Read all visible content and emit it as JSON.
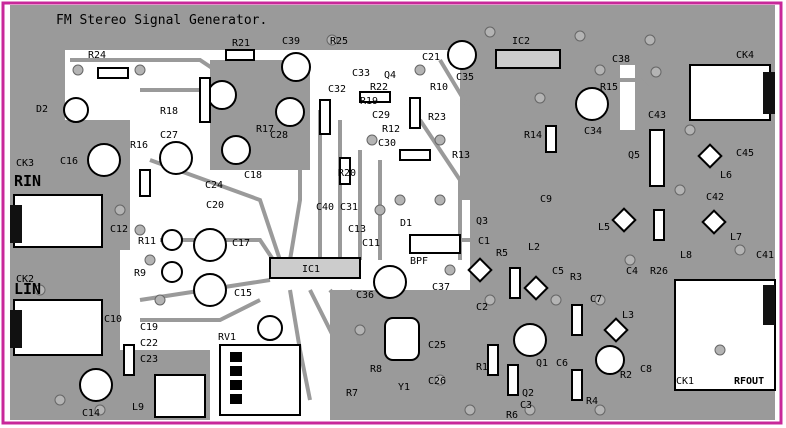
{
  "board": {
    "title": "FM Stereo Signal Generator.",
    "colors": {
      "frame": "#c8289a",
      "substrate": "#ffffff",
      "copper": "#9a9a9a",
      "pad": "#b4b4b4",
      "hole": "#ffffff",
      "silk": "#000000",
      "jack": "#111111"
    }
  },
  "connectors": {
    "rin": "RIN",
    "lin": "LIN",
    "rfout": "RFOUT"
  },
  "labels": [
    "R24",
    "R21",
    "C39",
    "R25",
    "C21",
    "IC2",
    "C38",
    "CK4",
    "D2",
    "R18",
    "C33",
    "R22",
    "C35",
    "C32",
    "R19",
    "C34",
    "C43",
    "R17",
    "C28",
    "C29",
    "R23",
    "R12",
    "C30",
    "R13",
    "R14",
    "C31",
    "C16",
    "C27",
    "R16",
    "C18",
    "R20",
    "C40",
    "Q5",
    "C45",
    "L6",
    "CK3",
    "C24",
    "C42",
    "C12",
    "C20",
    "C13",
    "R11",
    "C17",
    "C11",
    "BPF",
    "C1",
    "L2",
    "L8",
    "C4",
    "R26",
    "C41",
    "L5",
    "L7",
    "CK2",
    "R9",
    "C15",
    "IC1",
    "C36",
    "C37",
    "C2",
    "C5",
    "R3",
    "C7",
    "L3",
    "C10",
    "C19",
    "C22",
    "C23",
    "RV1",
    "C25",
    "R1",
    "Q1",
    "C6",
    "R2",
    "C8",
    "C14",
    "L9",
    "R8",
    "Y1",
    "C26",
    "R6",
    "C3",
    "R4",
    "CK1",
    "C9",
    "R10",
    "D1",
    "R15",
    "R7",
    "Q2",
    "Q3",
    "Q4",
    "R5"
  ]
}
